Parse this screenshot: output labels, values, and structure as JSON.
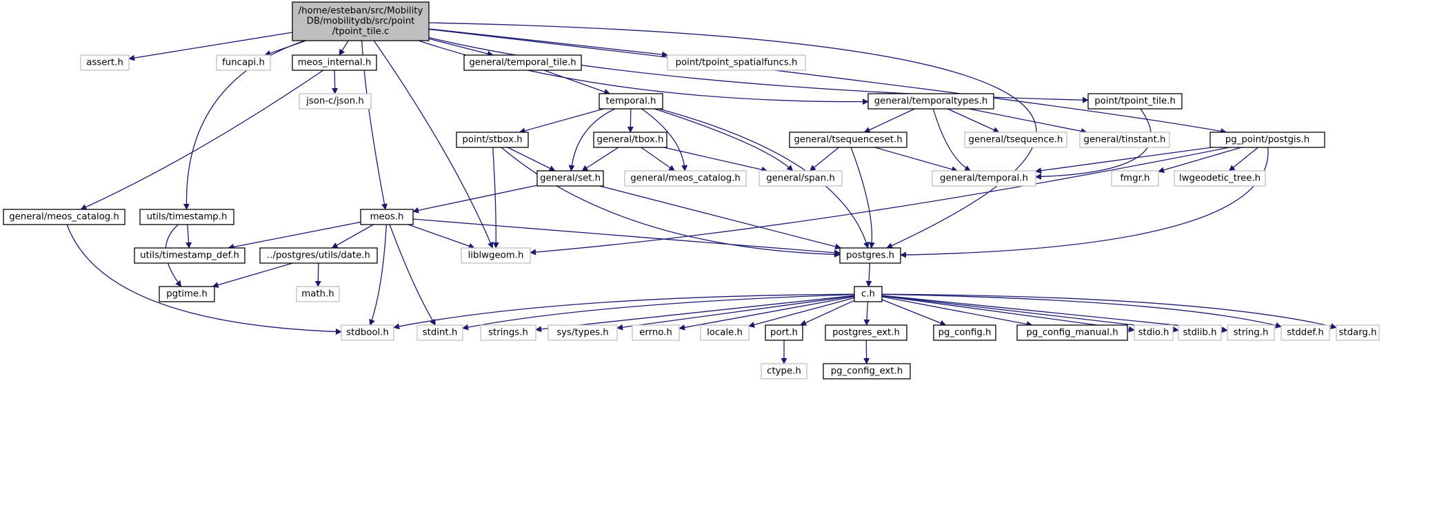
{
  "colors": {
    "edge": "#191970",
    "root_fill": "#bfbfbf",
    "normal_border": "#000000",
    "external_border": "#bfbfbf",
    "text": "#000000",
    "background": "#ffffff"
  },
  "graph": {
    "root": "root",
    "nodes": [
      {
        "id": "root",
        "label": [
          "/home/esteban/src/Mobility",
          "DB/mobilitydb/src/point",
          "/tpoint_tile.c"
        ],
        "kind": "root"
      },
      {
        "id": "assert",
        "label": [
          "assert.h"
        ],
        "kind": "external"
      },
      {
        "id": "funcapi",
        "label": [
          "funcapi.h"
        ],
        "kind": "external"
      },
      {
        "id": "meos_internal",
        "label": [
          "meos_internal.h"
        ],
        "kind": "normal"
      },
      {
        "id": "temporal_tile",
        "label": [
          "general/temporal_tile.h"
        ],
        "kind": "normal"
      },
      {
        "id": "tpoint_spatialfuncs",
        "label": [
          "point/tpoint_spatialfuncs.h"
        ],
        "kind": "external"
      },
      {
        "id": "json",
        "label": [
          "json-c/json.h"
        ],
        "kind": "external"
      },
      {
        "id": "temporal_h",
        "label": [
          "temporal.h"
        ],
        "kind": "normal"
      },
      {
        "id": "temporaltypes",
        "label": [
          "general/temporaltypes.h"
        ],
        "kind": "normal"
      },
      {
        "id": "tpoint_tile_h",
        "label": [
          "point/tpoint_tile.h"
        ],
        "kind": "normal"
      },
      {
        "id": "stbox",
        "label": [
          "point/stbox.h"
        ],
        "kind": "normal"
      },
      {
        "id": "tbox",
        "label": [
          "general/tbox.h"
        ],
        "kind": "normal"
      },
      {
        "id": "tsequenceset",
        "label": [
          "general/tsequenceset.h"
        ],
        "kind": "normal"
      },
      {
        "id": "tsequence",
        "label": [
          "general/tsequence.h"
        ],
        "kind": "external"
      },
      {
        "id": "tinstant",
        "label": [
          "general/tinstant.h"
        ],
        "kind": "external"
      },
      {
        "id": "postgis",
        "label": [
          "pg_point/postgis.h"
        ],
        "kind": "normal"
      },
      {
        "id": "set_h",
        "label": [
          "general/set.h"
        ],
        "kind": "normal"
      },
      {
        "id": "meos_catalog_ext",
        "label": [
          "general/meos_catalog.h"
        ],
        "kind": "external"
      },
      {
        "id": "span",
        "label": [
          "general/span.h"
        ],
        "kind": "external"
      },
      {
        "id": "gtemporal",
        "label": [
          "general/temporal.h"
        ],
        "kind": "external"
      },
      {
        "id": "fmgr",
        "label": [
          "fmgr.h"
        ],
        "kind": "external"
      },
      {
        "id": "lwgeodetic",
        "label": [
          "lwgeodetic_tree.h"
        ],
        "kind": "external"
      },
      {
        "id": "meos_catalog",
        "label": [
          "general/meos_catalog.h"
        ],
        "kind": "normal"
      },
      {
        "id": "timestamp",
        "label": [
          "utils/timestamp.h"
        ],
        "kind": "normal"
      },
      {
        "id": "meos",
        "label": [
          "meos.h"
        ],
        "kind": "normal"
      },
      {
        "id": "timestamp_def",
        "label": [
          "utils/timestamp_def.h"
        ],
        "kind": "normal"
      },
      {
        "id": "date",
        "label": [
          "../postgres/utils/date.h"
        ],
        "kind": "normal"
      },
      {
        "id": "liblwgeom",
        "label": [
          "liblwgeom.h"
        ],
        "kind": "external"
      },
      {
        "id": "postgres",
        "label": [
          "postgres.h"
        ],
        "kind": "normal"
      },
      {
        "id": "pgtime",
        "label": [
          "pgtime.h"
        ],
        "kind": "normal"
      },
      {
        "id": "math",
        "label": [
          "math.h"
        ],
        "kind": "external"
      },
      {
        "id": "c_h",
        "label": [
          "c.h"
        ],
        "kind": "normal"
      },
      {
        "id": "stdbool",
        "label": [
          "stdbool.h"
        ],
        "kind": "external"
      },
      {
        "id": "stdint",
        "label": [
          "stdint.h"
        ],
        "kind": "external"
      },
      {
        "id": "strings",
        "label": [
          "strings.h"
        ],
        "kind": "external"
      },
      {
        "id": "systypes",
        "label": [
          "sys/types.h"
        ],
        "kind": "external"
      },
      {
        "id": "errno",
        "label": [
          "errno.h"
        ],
        "kind": "external"
      },
      {
        "id": "locale",
        "label": [
          "locale.h"
        ],
        "kind": "external"
      },
      {
        "id": "port",
        "label": [
          "port.h"
        ],
        "kind": "normal"
      },
      {
        "id": "postgres_ext",
        "label": [
          "postgres_ext.h"
        ],
        "kind": "normal"
      },
      {
        "id": "pg_config",
        "label": [
          "pg_config.h"
        ],
        "kind": "normal"
      },
      {
        "id": "pg_config_manual",
        "label": [
          "pg_config_manual.h"
        ],
        "kind": "normal"
      },
      {
        "id": "stdio",
        "label": [
          "stdio.h"
        ],
        "kind": "external"
      },
      {
        "id": "stdlib",
        "label": [
          "stdlib.h"
        ],
        "kind": "external"
      },
      {
        "id": "string",
        "label": [
          "string.h"
        ],
        "kind": "external"
      },
      {
        "id": "stddef",
        "label": [
          "stddef.h"
        ],
        "kind": "external"
      },
      {
        "id": "stdarg",
        "label": [
          "stdarg.h"
        ],
        "kind": "external"
      },
      {
        "id": "ctype",
        "label": [
          "ctype.h"
        ],
        "kind": "external"
      },
      {
        "id": "pg_config_ext",
        "label": [
          "pg_config_ext.h"
        ],
        "kind": "normal"
      }
    ],
    "edges": [
      [
        "root",
        "assert"
      ],
      [
        "root",
        "funcapi"
      ],
      [
        "root",
        "meos_internal"
      ],
      [
        "root",
        "temporal_tile"
      ],
      [
        "root",
        "tpoint_spatialfuncs"
      ],
      [
        "root",
        "temporaltypes"
      ],
      [
        "root",
        "tpoint_tile_h"
      ],
      [
        "root",
        "postgis"
      ],
      [
        "root",
        "postgres"
      ],
      [
        "root",
        "timestamp"
      ],
      [
        "root",
        "meos"
      ],
      [
        "root",
        "liblwgeom"
      ],
      [
        "meos_internal",
        "json"
      ],
      [
        "meos_internal",
        "meos_catalog"
      ],
      [
        "temporal_tile",
        "temporal_h"
      ],
      [
        "temporal_h",
        "stbox"
      ],
      [
        "temporal_h",
        "tbox"
      ],
      [
        "temporal_h",
        "set_h"
      ],
      [
        "temporal_h",
        "meos_catalog_ext"
      ],
      [
        "temporal_h",
        "span"
      ],
      [
        "temporal_h",
        "postgres"
      ],
      [
        "temporaltypes",
        "tsequenceset"
      ],
      [
        "temporaltypes",
        "tsequence"
      ],
      [
        "temporaltypes",
        "tinstant"
      ],
      [
        "temporaltypes",
        "gtemporal"
      ],
      [
        "tpoint_tile_h",
        "gtemporal"
      ],
      [
        "stbox",
        "set_h"
      ],
      [
        "stbox",
        "liblwgeom"
      ],
      [
        "stbox",
        "postgres"
      ],
      [
        "tbox",
        "set_h"
      ],
      [
        "tbox",
        "meos_catalog_ext"
      ],
      [
        "tbox",
        "span"
      ],
      [
        "tsequenceset",
        "span"
      ],
      [
        "tsequenceset",
        "gtemporal"
      ],
      [
        "tsequenceset",
        "postgres"
      ],
      [
        "postgis",
        "gtemporal"
      ],
      [
        "postgis",
        "fmgr"
      ],
      [
        "postgis",
        "lwgeodetic"
      ],
      [
        "postgis",
        "liblwgeom"
      ],
      [
        "postgis",
        "postgres"
      ],
      [
        "set_h",
        "meos"
      ],
      [
        "set_h",
        "postgres"
      ],
      [
        "meos_catalog",
        "stdbool"
      ],
      [
        "timestamp",
        "timestamp_def"
      ],
      [
        "timestamp",
        "pgtime"
      ],
      [
        "meos",
        "timestamp_def"
      ],
      [
        "meos",
        "date"
      ],
      [
        "meos",
        "liblwgeom"
      ],
      [
        "meos",
        "postgres"
      ],
      [
        "meos",
        "stdbool"
      ],
      [
        "meos",
        "stdint"
      ],
      [
        "date",
        "pgtime"
      ],
      [
        "date",
        "math"
      ],
      [
        "postgres",
        "c_h"
      ],
      [
        "c_h",
        "stdbool"
      ],
      [
        "c_h",
        "stdint"
      ],
      [
        "c_h",
        "strings"
      ],
      [
        "c_h",
        "systypes"
      ],
      [
        "c_h",
        "errno"
      ],
      [
        "c_h",
        "locale"
      ],
      [
        "c_h",
        "port"
      ],
      [
        "c_h",
        "postgres_ext"
      ],
      [
        "c_h",
        "pg_config"
      ],
      [
        "c_h",
        "pg_config_manual"
      ],
      [
        "c_h",
        "stdio"
      ],
      [
        "c_h",
        "stdlib"
      ],
      [
        "c_h",
        "string"
      ],
      [
        "c_h",
        "stddef"
      ],
      [
        "c_h",
        "stdarg"
      ],
      [
        "port",
        "ctype"
      ],
      [
        "postgres_ext",
        "pg_config_ext"
      ]
    ]
  }
}
